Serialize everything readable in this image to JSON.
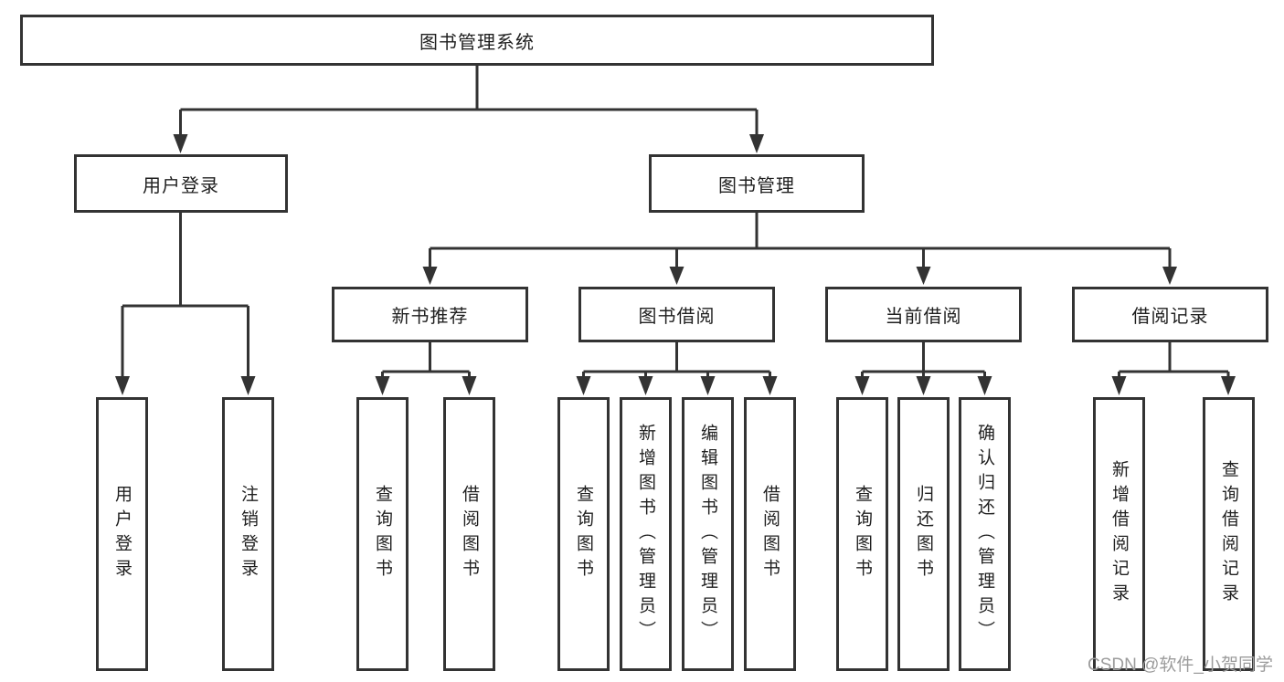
{
  "diagram": {
    "root": {
      "label": "图书管理系统",
      "children": [
        {
          "label": "用户登录",
          "children": [
            {
              "label": "用户登录"
            },
            {
              "label": "注销登录"
            }
          ]
        },
        {
          "label": "图书管理",
          "children": [
            {
              "label": "新书推荐",
              "children": [
                {
                  "label": "查询图书"
                },
                {
                  "label": "借阅图书"
                }
              ]
            },
            {
              "label": "图书借阅",
              "children": [
                {
                  "label": "查询图书"
                },
                {
                  "label": "新增图书（管理员）"
                },
                {
                  "label": "编辑图书（管理员）"
                },
                {
                  "label": "借阅图书"
                }
              ]
            },
            {
              "label": "当前借阅",
              "children": [
                {
                  "label": "查询图书"
                },
                {
                  "label": "归还图书"
                },
                {
                  "label": "确认归还（管理员）"
                }
              ]
            },
            {
              "label": "借阅记录",
              "children": [
                {
                  "label": "新增借阅记录"
                },
                {
                  "label": "查询借阅记录"
                }
              ]
            }
          ]
        }
      ]
    }
  },
  "watermark": {
    "text": "CSDN @软件_小贺同学"
  },
  "colors": {
    "line": "#333333",
    "text": "#1f1f1f",
    "background": "#ffffff",
    "watermark": "#9c9c9c"
  }
}
